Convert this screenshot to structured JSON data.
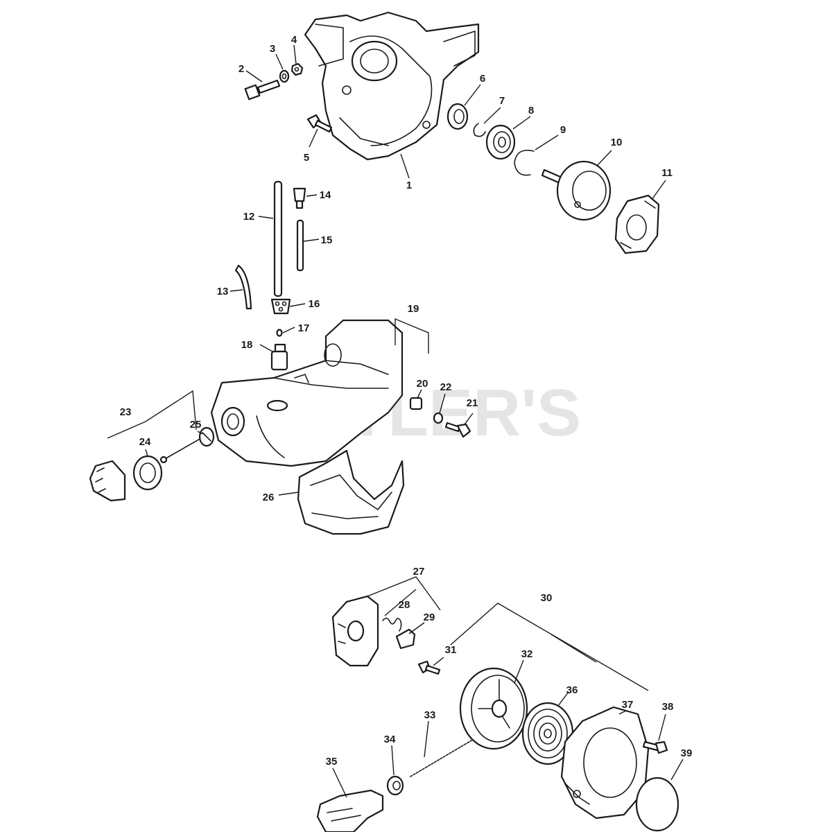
{
  "watermark": "CUTLER'S",
  "callouts": {
    "c1": "1",
    "c2": "2",
    "c3": "3",
    "c4": "4",
    "c5": "5",
    "c6": "6",
    "c7": "7",
    "c8": "8",
    "c9": "9",
    "c10": "10",
    "c11": "11",
    "c12": "12",
    "c13": "13",
    "c14": "14",
    "c15": "15",
    "c16": "16",
    "c17": "17",
    "c18": "18",
    "c19": "19",
    "c20": "20",
    "c21": "21",
    "c22": "22",
    "c23": "23",
    "c24": "24",
    "c25": "25",
    "c26": "26",
    "c27": "27",
    "c28": "28",
    "c29": "29",
    "c30": "30",
    "c31": "31",
    "c32": "32",
    "c33": "33",
    "c34": "34",
    "c35": "35",
    "c36": "36",
    "c37": "37",
    "c38": "38",
    "c39": "39"
  }
}
